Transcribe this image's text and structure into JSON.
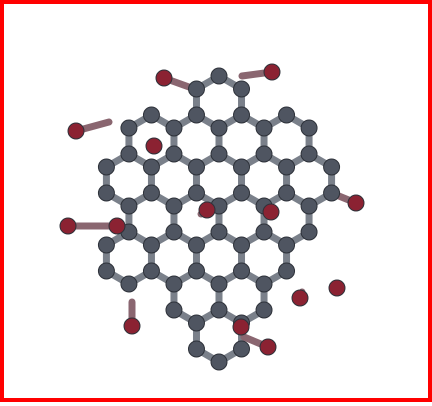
{
  "colors": {
    "frame_border": "#ff0000",
    "background": "#ffffff",
    "carbon_atom": "#4f5561",
    "oxygen_atom": "#8b2232",
    "bond": "#7a808a"
  },
  "diagram": {
    "kind": "graphene-oxide-molecule-model",
    "atom_types": [
      "carbon",
      "oxygen"
    ]
  }
}
